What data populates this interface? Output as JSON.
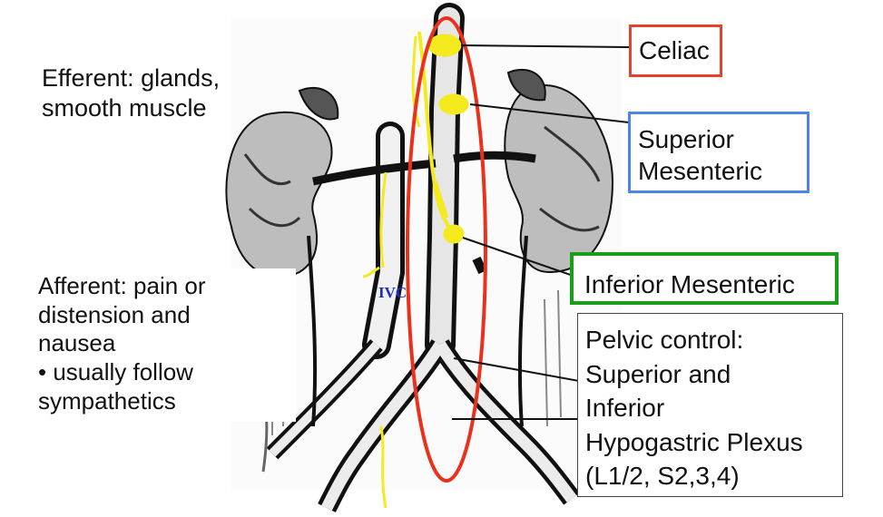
{
  "left_notes": {
    "efferent_lines": [
      "Efferent: glands,",
      "smooth muscle"
    ],
    "afferent_lines": [
      "Afferent: pain or",
      "distension and",
      "nausea",
      "• usually follow",
      "sympathetics"
    ]
  },
  "labels": {
    "celiac": "Celiac",
    "superior_mesenteric_lines": [
      "Superior",
      "Mesenteric"
    ],
    "inferior_mesenteric": "Inferior Mesenteric",
    "pelvic_lines": [
      "Pelvic control:",
      "Superior and",
      "Inferior",
      "Hypogastric Plexus",
      "(L1/2, S2,3,4)"
    ],
    "ivc": "IVC"
  },
  "colors": {
    "celiac_box": "#e8422a",
    "superior_mesenteric_box": "#4a86e8",
    "inferior_mesenteric_box": "#1a9e1a",
    "pelvic_box": "#444444",
    "highlight_oval": "#e8321e",
    "ganglia_yellow": "#f5ea1e",
    "ivc_text": "#1a2bd6"
  }
}
